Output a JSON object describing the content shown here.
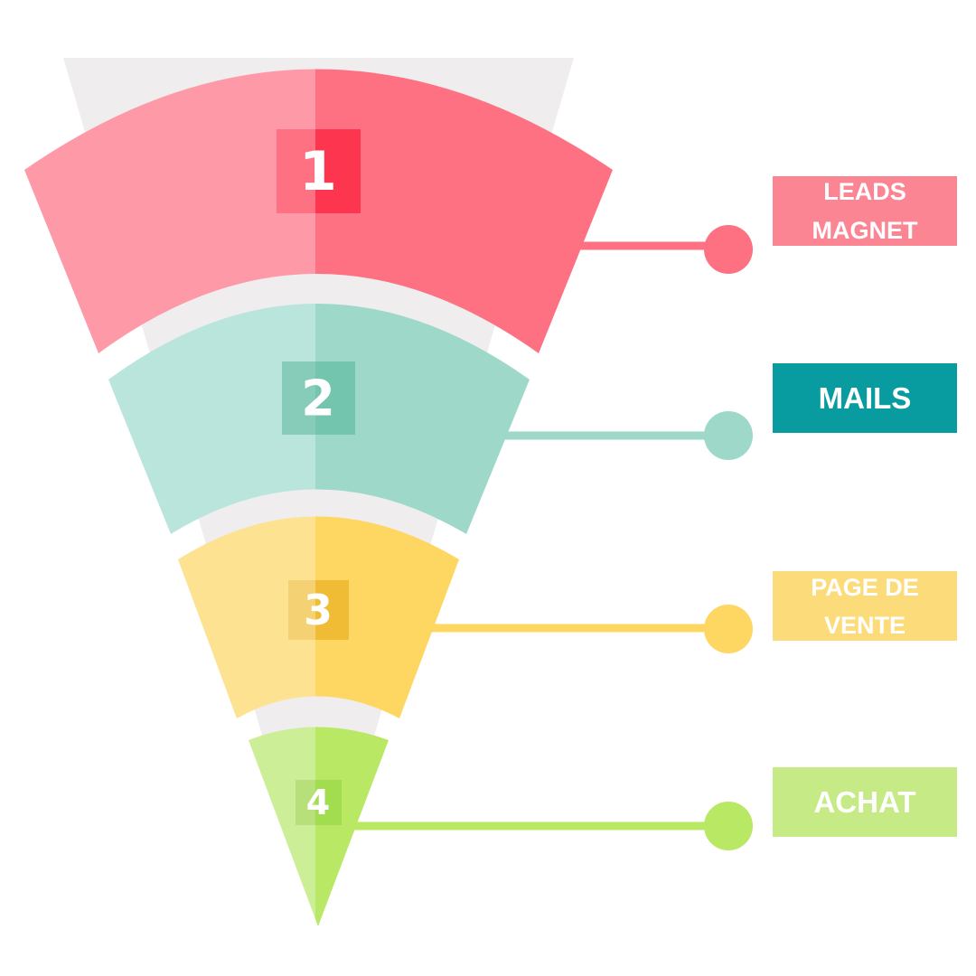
{
  "stages": [
    {
      "number": "1",
      "label": "LEADS\nMAGNET",
      "color_light": "#fe9aa8",
      "color_dark": "#fe7182",
      "badge_light": "#fe7182",
      "badge_dark": "#fd354f",
      "label_bg": "#fc8594"
    },
    {
      "number": "2",
      "label": "MAILS",
      "color_light": "#b9e5dc",
      "color_dark": "#9dd8c9",
      "badge_light": "#86ccb8",
      "badge_dark": "#74c5ae",
      "label_bg": "#089ca0"
    },
    {
      "number": "3",
      "label": "PAGE DE\nVENTE",
      "color_light": "#fde292",
      "color_dark": "#fed762",
      "badge_light": "#f4d274",
      "badge_dark": "#f0bb35",
      "label_bg": "#fcdc7a"
    },
    {
      "number": "4",
      "label": "ACHAT",
      "color_light": "#cbee96",
      "color_dark": "#b9e864",
      "badge_light": "#b8e07a",
      "badge_dark": "#a2dc4f",
      "label_bg": "#c6ea85"
    }
  ],
  "funnel_back_color": "#efedee"
}
